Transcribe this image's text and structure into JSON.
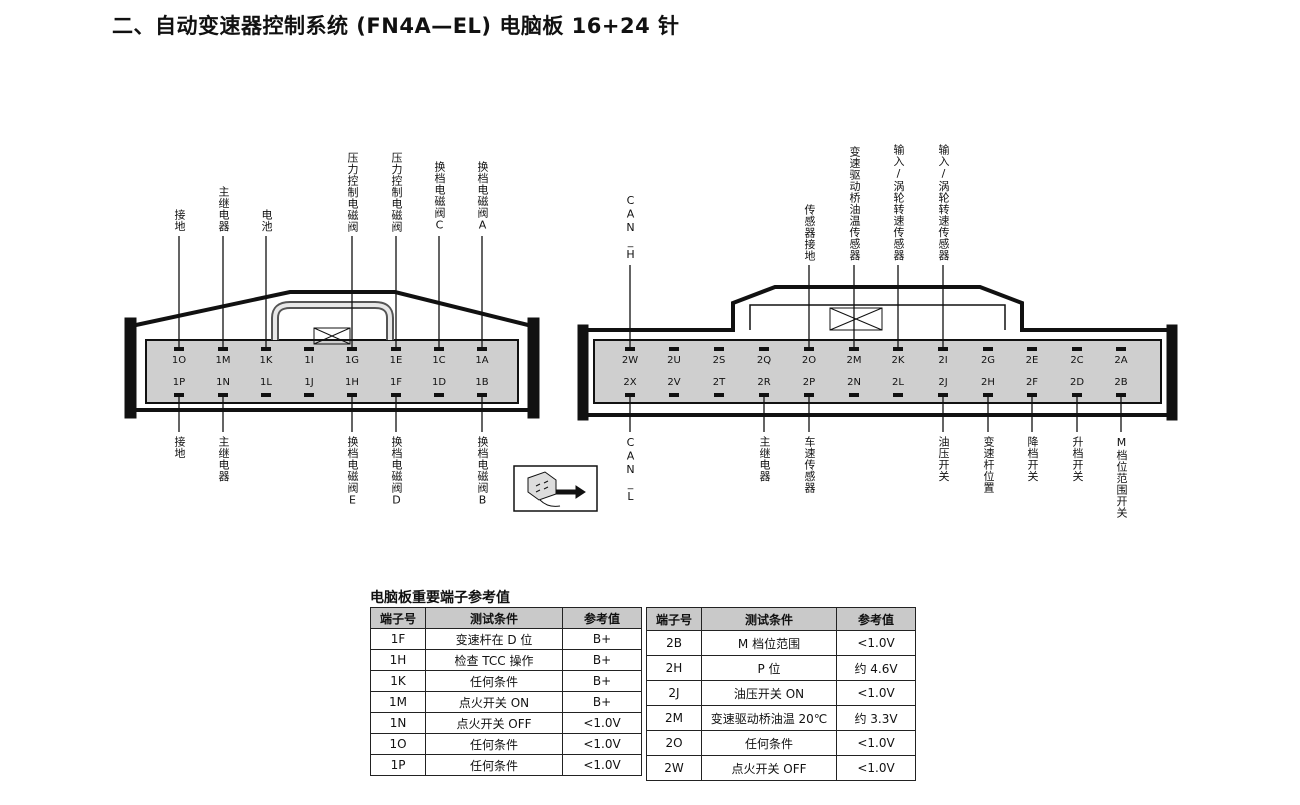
{
  "title": "二、自动变速器控制系统 (FN4A—EL) 电脑板 16+24 针",
  "connector1": {
    "top_row": [
      "1O",
      "1M",
      "1K",
      "1I",
      "1G",
      "1E",
      "1C",
      "1A"
    ],
    "bottom_row": [
      "1P",
      "1N",
      "1L",
      "1J",
      "1H",
      "1F",
      "1D",
      "1B"
    ],
    "top_labels": [
      "接地",
      "主继电器",
      "电池",
      "",
      "压力控制电磁阀",
      "压力控制电磁阀",
      "换档电磁阀C",
      "换档电磁阀A"
    ],
    "bottom_labels": [
      "接地",
      "主继电器",
      "",
      "",
      "换档电磁阀E",
      "换档电磁阀D",
      "",
      "换档电磁阀B"
    ]
  },
  "connector2": {
    "top_row": [
      "2W",
      "2U",
      "2S",
      "2Q",
      "2O",
      "2M",
      "2K",
      "2I",
      "2G",
      "2E",
      "2C",
      "2A"
    ],
    "bottom_row": [
      "2X",
      "2V",
      "2T",
      "2R",
      "2P",
      "2N",
      "2L",
      "2J",
      "2H",
      "2F",
      "2D",
      "2B"
    ],
    "top_labels": [
      "CAN_H",
      "",
      "",
      "",
      "传感器接地",
      "变速驱动桥油温传感器",
      "输入/涡轮转速传感器",
      "输入/涡轮转速传感器",
      "",
      "",
      "",
      ""
    ],
    "bottom_labels": [
      "CAN_L",
      "",
      "",
      "主继电器",
      "车速传感器",
      "",
      "",
      "油压开关",
      "变速杆位置",
      "降档开关",
      "升档开关",
      "M档位范围开关"
    ]
  },
  "table_caption": "电脑板重要端子参考值",
  "table_headers": [
    "端子号",
    "测试条件",
    "参考值"
  ],
  "table1": [
    [
      "1F",
      "变速杆在 D 位",
      "B+"
    ],
    [
      "1H",
      "检查 TCC 操作",
      "B+"
    ],
    [
      "1K",
      "任何条件",
      "B+"
    ],
    [
      "1M",
      "点火开关 ON",
      "B+"
    ],
    [
      "1N",
      "点火开关 OFF",
      "<1.0V"
    ],
    [
      "1O",
      "任何条件",
      "<1.0V"
    ],
    [
      "1P",
      "任何条件",
      "<1.0V"
    ]
  ],
  "table2": [
    [
      "2B",
      "M 档位范围",
      "<1.0V"
    ],
    [
      "2H",
      "P 位",
      "约 4.6V"
    ],
    [
      "2J",
      "油压开关 ON",
      "<1.0V"
    ],
    [
      "2M",
      "变速驱动桥油温 20℃",
      "约 3.3V"
    ],
    [
      "2O",
      "任何条件",
      "<1.0V"
    ],
    [
      "2W",
      "点火开关 OFF",
      "<1.0V"
    ]
  ]
}
